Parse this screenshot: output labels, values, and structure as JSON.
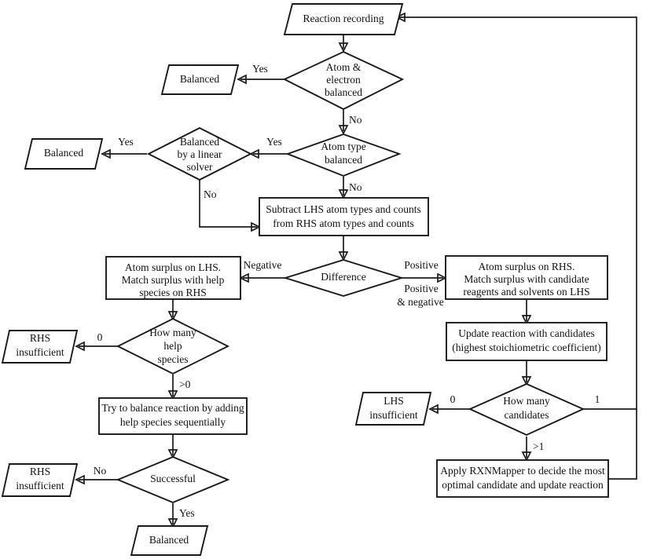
{
  "diagram": {
    "title": "Reaction balancing workflow flowchart",
    "stroke_color": "#1a1a1a",
    "fill_color": "#ffffff",
    "text_color": "#111111"
  },
  "nodes": {
    "reaction_recording": {
      "label": "Reaction recording",
      "shape": "parallelogram"
    },
    "atom_electron_balanced": {
      "line1": "Atom &",
      "line2": "electron",
      "line3": "balanced",
      "shape": "diamond"
    },
    "balanced_top": {
      "label": "Balanced",
      "shape": "parallelogram"
    },
    "atom_type_balanced": {
      "line1": "Atom type",
      "line2": "balanced",
      "shape": "diamond"
    },
    "balanced_by_linear_solver": {
      "line1": "Balanced",
      "line2": "by a linear",
      "line3": "solver",
      "shape": "diamond"
    },
    "balanced_left": {
      "label": "Balanced",
      "shape": "parallelogram"
    },
    "subtract": {
      "line1": "Subtract LHS atom types and counts",
      "line2": "from RHS atom types and counts",
      "shape": "rectangle"
    },
    "difference": {
      "label": "Difference",
      "shape": "diamond"
    },
    "atom_surplus_lhs": {
      "line1": "Atom surplus on LHS.",
      "line2": "Match surplus with help",
      "line3": "species on RHS",
      "shape": "rectangle"
    },
    "atom_surplus_rhs": {
      "line1": "Atom surplus on RHS.",
      "line2": "Match surplus with candidate",
      "line3": "reagents and solvents on LHS",
      "shape": "rectangle"
    },
    "update_reaction": {
      "line1": "Update reaction with candidates",
      "line2": "(highest stoichiometric coefficient)",
      "shape": "rectangle"
    },
    "how_many_help_species": {
      "line1": "How many",
      "line2": "help",
      "line3": "species",
      "shape": "diamond"
    },
    "rhs_insufficient_1": {
      "line1": "RHS",
      "line2": "insufficient",
      "shape": "parallelogram"
    },
    "how_many_candidates": {
      "line1": "How many",
      "line2": "candidates",
      "shape": "diamond"
    },
    "lhs_insufficient": {
      "line1": "LHS",
      "line2": "insufficient",
      "shape": "parallelogram"
    },
    "try_balance": {
      "line1": "Try to balance reaction by adding",
      "line2": "help species sequentially",
      "shape": "rectangle"
    },
    "apply_rxnmapper": {
      "line1": "Apply RXNMapper to decide the most",
      "line2": "optimal candidate and update reaction",
      "shape": "rectangle"
    },
    "successful": {
      "label": "Successful",
      "shape": "diamond"
    },
    "rhs_insufficient_2": {
      "line1": "RHS",
      "line2": "insufficient",
      "shape": "parallelogram"
    },
    "balanced_bottom": {
      "label": "Balanced",
      "shape": "parallelogram"
    }
  },
  "edge_labels": {
    "atom_electron_yes": "Yes",
    "atom_electron_no": "No",
    "atom_type_yes": "Yes",
    "atom_type_no": "No",
    "linear_solver_yes": "Yes",
    "linear_solver_no": "No",
    "difference_negative": "Negative",
    "difference_positive": "Positive",
    "difference_positive_negative_1": "Positive",
    "difference_positive_negative_2": "& negative",
    "help_species_zero": "0",
    "help_species_gt_zero": ">0",
    "candidates_zero": "0",
    "candidates_one": "1",
    "candidates_gt_one": ">1",
    "successful_no": "No",
    "successful_yes": "Yes"
  }
}
